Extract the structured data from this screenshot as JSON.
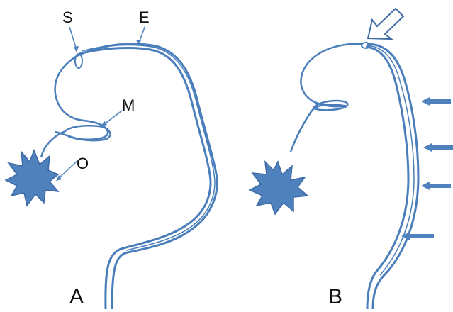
{
  "colors": {
    "stroke": "#4a7ebb",
    "fill": "#4f81bd",
    "arrow_outline": "#3c6aa6",
    "text": "#111111"
  },
  "panels": [
    {
      "id": "A",
      "label": "A"
    },
    {
      "id": "B",
      "label": "B"
    }
  ],
  "annotations": [
    {
      "id": "S",
      "label": "S"
    },
    {
      "id": "E",
      "label": "E"
    },
    {
      "id": "M",
      "label": "M"
    },
    {
      "id": "O",
      "label": "O"
    }
  ],
  "icons": {
    "starburst": "starburst-icon",
    "outline_arrow": "outline-arrow-icon",
    "block_arrow": "block-arrow-icon"
  },
  "block_arrow_count": 4
}
